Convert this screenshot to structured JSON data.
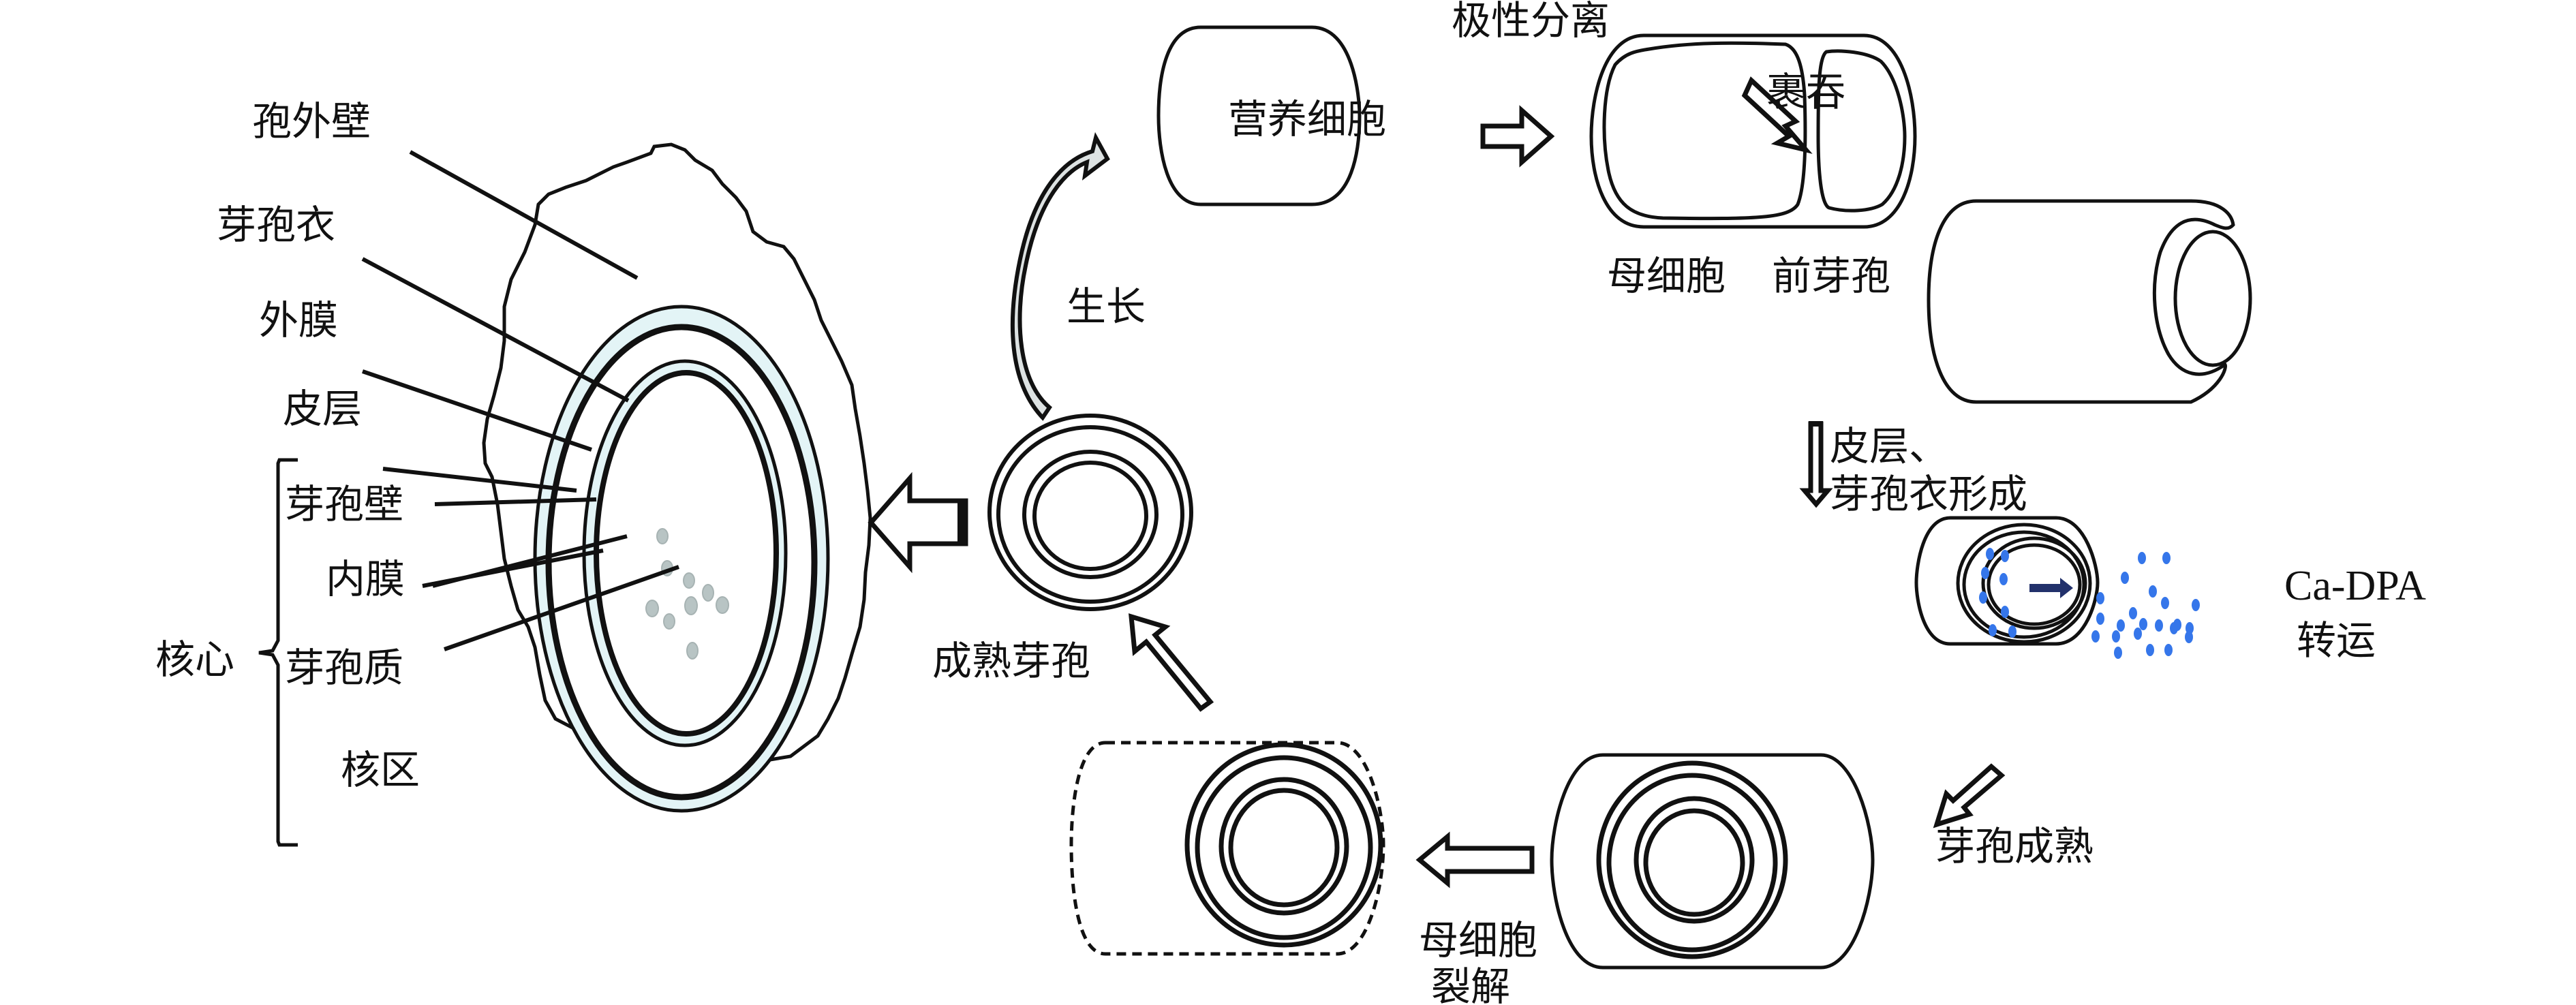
{
  "title": "芽孢结构与芽孢形成周期示意图",
  "colors": {
    "line": "#111111",
    "background": "#ffffff",
    "cortex_fill": "#e3f4f6",
    "core_granule": "#b8c4c4",
    "ca_dpa_dot": "#3576ea",
    "transport_arrow": "#22316b",
    "growth_arrow_fill": "#dde2e2"
  },
  "spore_structure": {
    "labels": {
      "exosporium": "孢外壁",
      "spore_coat": "芽孢衣",
      "outer_membrane": "外膜",
      "cortex": "皮层",
      "spore_wall": "芽孢壁",
      "inner_membrane": "内膜",
      "spore_cytoplasm": "芽孢质",
      "nucleoid": "核区"
    },
    "core_group_label": "核心"
  },
  "cycle": {
    "stages": {
      "vegetative_cell": "营养细胞",
      "mother_cell": "母细胞",
      "forespore": "前芽孢",
      "mature_spore": "成熟芽孢"
    },
    "transitions": {
      "polar_division": "极性分离",
      "engulfment": "裹吞",
      "cortex_coat_formation_line1": "皮层、",
      "cortex_coat_formation_line2": "芽孢衣形成",
      "ca_dpa_line1": "Ca-DPA",
      "ca_dpa_line2": "转运",
      "spore_maturation": "芽孢成熟",
      "mother_cell_lysis_line1": "母细胞",
      "mother_cell_lysis_line2": "裂解",
      "growth": "生长"
    }
  }
}
